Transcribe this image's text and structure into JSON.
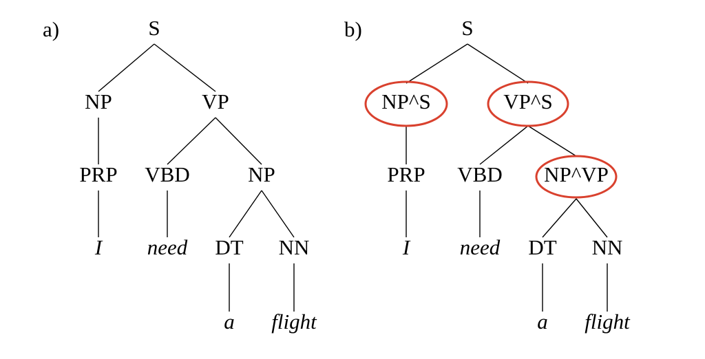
{
  "colors": {
    "text": "#000000",
    "edge": "#000000",
    "highlight": "#d9412e"
  },
  "trees": [
    {
      "panel_label": "a)",
      "nodes": [
        {
          "id": "S",
          "label": "S",
          "kind": "tag"
        },
        {
          "id": "NP1",
          "label": "NP",
          "kind": "tag"
        },
        {
          "id": "VP",
          "label": "VP",
          "kind": "tag"
        },
        {
          "id": "PRP",
          "label": "PRP",
          "kind": "tag"
        },
        {
          "id": "VBD",
          "label": "VBD",
          "kind": "tag"
        },
        {
          "id": "NP2",
          "label": "NP",
          "kind": "tag"
        },
        {
          "id": "I",
          "label": "I",
          "kind": "word"
        },
        {
          "id": "need",
          "label": "need",
          "kind": "word"
        },
        {
          "id": "DT",
          "label": "DT",
          "kind": "tag"
        },
        {
          "id": "NN",
          "label": "NN",
          "kind": "tag"
        },
        {
          "id": "a",
          "label": "a",
          "kind": "word"
        },
        {
          "id": "flight",
          "label": "flight",
          "kind": "word"
        }
      ],
      "highlighted": []
    },
    {
      "panel_label": "b)",
      "nodes": [
        {
          "id": "S",
          "label": "S",
          "kind": "tag"
        },
        {
          "id": "NP1",
          "label": "NP^S",
          "kind": "tag"
        },
        {
          "id": "VP",
          "label": "VP^S",
          "kind": "tag"
        },
        {
          "id": "PRP",
          "label": "PRP",
          "kind": "tag"
        },
        {
          "id": "VBD",
          "label": "VBD",
          "kind": "tag"
        },
        {
          "id": "NP2",
          "label": "NP^VP",
          "kind": "tag"
        },
        {
          "id": "I",
          "label": "I",
          "kind": "word"
        },
        {
          "id": "need",
          "label": "need",
          "kind": "word"
        },
        {
          "id": "DT",
          "label": "DT",
          "kind": "tag"
        },
        {
          "id": "NN",
          "label": "NN",
          "kind": "tag"
        },
        {
          "id": "a",
          "label": "a",
          "kind": "word"
        },
        {
          "id": "flight",
          "label": "flight",
          "kind": "word"
        }
      ],
      "highlighted": [
        "NP1",
        "VP",
        "NP2"
      ]
    }
  ],
  "edges": [
    [
      "S",
      "NP1"
    ],
    [
      "S",
      "VP"
    ],
    [
      "NP1",
      "PRP"
    ],
    [
      "VP",
      "VBD"
    ],
    [
      "VP",
      "NP2"
    ],
    [
      "PRP",
      "I"
    ],
    [
      "VBD",
      "need"
    ],
    [
      "NP2",
      "DT"
    ],
    [
      "NP2",
      "NN"
    ],
    [
      "DT",
      "a"
    ],
    [
      "NN",
      "flight"
    ]
  ]
}
